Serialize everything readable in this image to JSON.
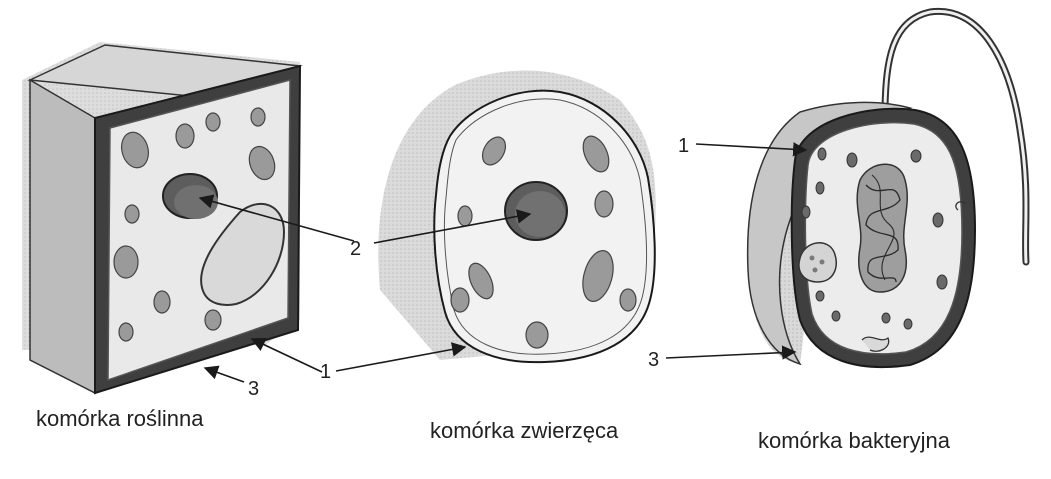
{
  "captions": {
    "plant": "komórka roślinna",
    "animal": "komórka zwierzęca",
    "bacteria": "komórka bakteryjna"
  },
  "markers": {
    "plant_wall": "3",
    "plant_membrane": "1",
    "nucleus": "2",
    "animal_membrane": "1",
    "bacteria_membrane": "1",
    "bacteria_wall": "3"
  }
}
